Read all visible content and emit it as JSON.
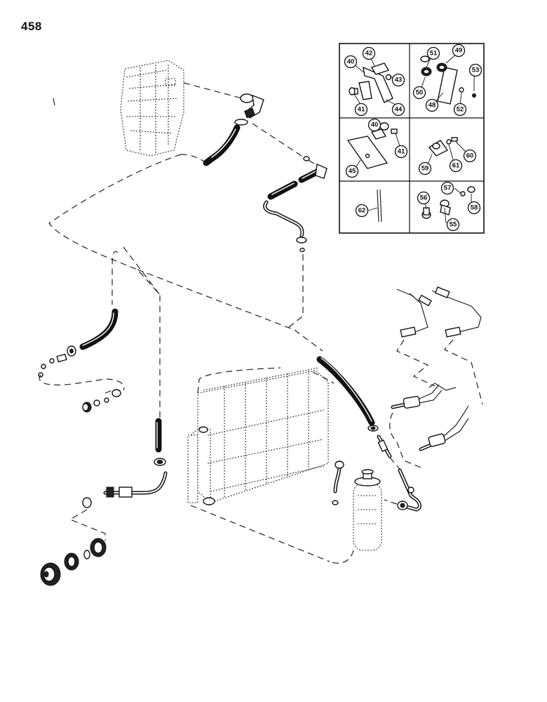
{
  "page": {
    "number": "458"
  },
  "callouts": {
    "c40a": "40",
    "c42": "42",
    "c43": "43",
    "c41a": "41",
    "c44": "44",
    "c51": "51",
    "c49": "49",
    "c53": "53",
    "c50": "50",
    "c48": "48",
    "c52": "52",
    "c40b": "40",
    "c41b": "41",
    "c45": "45",
    "c60": "60",
    "c59": "59",
    "c61": "61",
    "c62": "62",
    "c57": "57",
    "c56": "56",
    "c58": "58",
    "c55": "55"
  }
}
